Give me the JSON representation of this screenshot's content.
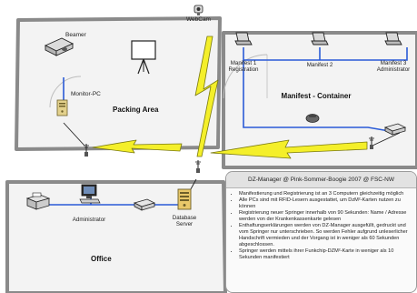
{
  "labels": {
    "beamer": "Beamer",
    "monitor_pc": "Monitor-PC",
    "packing_area": "Packing Area",
    "webcam": "WebCam",
    "manifest1_line1": "Manifest 1",
    "manifest1_line2": "Registration",
    "manifest2": "Manifest 2",
    "manifest3_line1": "Manifest 3",
    "manifest3_line2": "Administrator",
    "manifest_container": "Manifest - Container",
    "administrator": "Administrator",
    "database_line1": "Database",
    "database_line2": "Server",
    "office": "Office"
  },
  "info": {
    "title": "DZ-Manager @ Pink-Sommer-Boogie 2007 @ FSC-NW",
    "bullets": [
      "Manifestierung und Registrierung ist an 3 Computern gleichzeitig möglich",
      "Alle PCs sind mit RFID-Lesern ausgestattet, um DzM²-Karten nutzen zu können",
      "Registrierung neuer Springer innerhalb von 90 Sekunden: Name / Adresse werden von der Krankenkassenkarte gelesen",
      "Enthaftungserklärungen werden von DZ-Manager ausgefüllt, gedruckt und vom Springer nur unterschrieben. So werden Fehler aufgrund unleserlicher Handschrift vermieden und der Vorgang ist in weniger als 60 Sekunden abgeschlossen.",
      "Springer werden mittels ihrer Funkchip-DZM²-Karte in weniger als 10 Sekunden manifestiert"
    ]
  },
  "colors": {
    "room_wall": "#8a8a8a",
    "room_floor": "#f3f3f3",
    "lightning_fill": "#f4ef2a",
    "lightning_stroke": "#7a7a10",
    "network_cable": "#2a5bd7"
  },
  "icons": [
    "webcam-icon",
    "projector-icon",
    "flipchart-icon",
    "computer-icon",
    "laptop-icon",
    "server-icon",
    "printer-icon",
    "antenna-icon",
    "network-switch-icon",
    "phone-icon",
    "lightning-icon"
  ]
}
